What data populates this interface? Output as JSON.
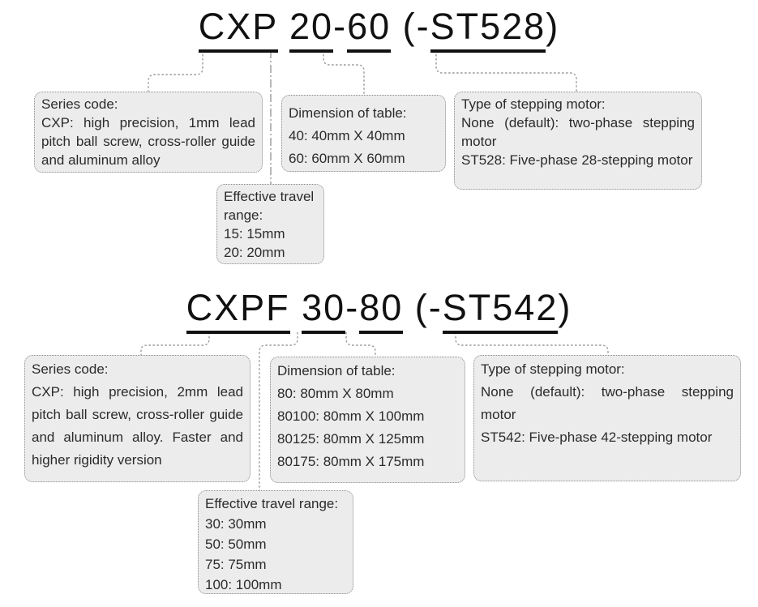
{
  "colors": {
    "background": "#ffffff",
    "box_fill": "#ececec",
    "box_border": "#8c8c8c",
    "connector_line": "#999999",
    "body_text": "#2b2b2b",
    "title_text": "#111111"
  },
  "sections": [
    {
      "id": "cxp",
      "model_number": {
        "full": "CXP 20-60 (-ST528)",
        "segments": [
          {
            "text": "CXP",
            "underline": true
          },
          {
            "text": " ",
            "underline": false
          },
          {
            "text": "20",
            "underline": true
          },
          {
            "text": "-",
            "underline": false
          },
          {
            "text": "60",
            "underline": true
          },
          {
            "text": " (-",
            "underline": false
          },
          {
            "text": "ST528",
            "underline": true
          },
          {
            "text": ")",
            "underline": false
          }
        ]
      },
      "boxes": {
        "series": {
          "heading": "Series code:",
          "body": "CXP: high precision, 1mm lead pitch ball screw, cross-roller guide and aluminum alloy"
        },
        "dimension": {
          "heading": "Dimension of table:",
          "lines": [
            "40: 40mm X 40mm",
            "60: 60mm X 60mm"
          ]
        },
        "motor": {
          "heading": "Type of stepping motor:",
          "paragraphs": [
            "None (default): two-phase stepping motor",
            "ST528: Five-phase 28-stepping motor"
          ]
        },
        "travel": {
          "heading": "Effective travel range:",
          "lines": [
            "15: 15mm",
            "20: 20mm"
          ]
        }
      }
    },
    {
      "id": "cxpf",
      "model_number": {
        "full": "CXPF 30-80 (-ST542)",
        "segments": [
          {
            "text": "CXPF",
            "underline": true
          },
          {
            "text": " ",
            "underline": false
          },
          {
            "text": "30",
            "underline": true
          },
          {
            "text": "-",
            "underline": false
          },
          {
            "text": "80",
            "underline": true
          },
          {
            "text": " (-",
            "underline": false
          },
          {
            "text": "ST542",
            "underline": true
          },
          {
            "text": ")",
            "underline": false
          }
        ]
      },
      "boxes": {
        "series": {
          "heading": "Series code:",
          "body": "CXP: high precision, 2mm lead pitch ball screw, cross-roller guide and aluminum alloy. Faster and higher rigidity version"
        },
        "dimension": {
          "heading": "Dimension of table:",
          "lines": [
            "80: 80mm X 80mm",
            "80100: 80mm X 100mm",
            "80125: 80mm X 125mm",
            "80175: 80mm X 175mm"
          ]
        },
        "motor": {
          "heading": "Type of stepping motor:",
          "paragraphs": [
            "None (default): two-phase stepping motor",
            "ST542: Five-phase 42-stepping motor"
          ]
        },
        "travel": {
          "heading": "Effective travel range:",
          "lines": [
            "30: 30mm",
            "50: 50mm",
            "75: 75mm",
            "100: 100mm"
          ]
        }
      }
    }
  ]
}
